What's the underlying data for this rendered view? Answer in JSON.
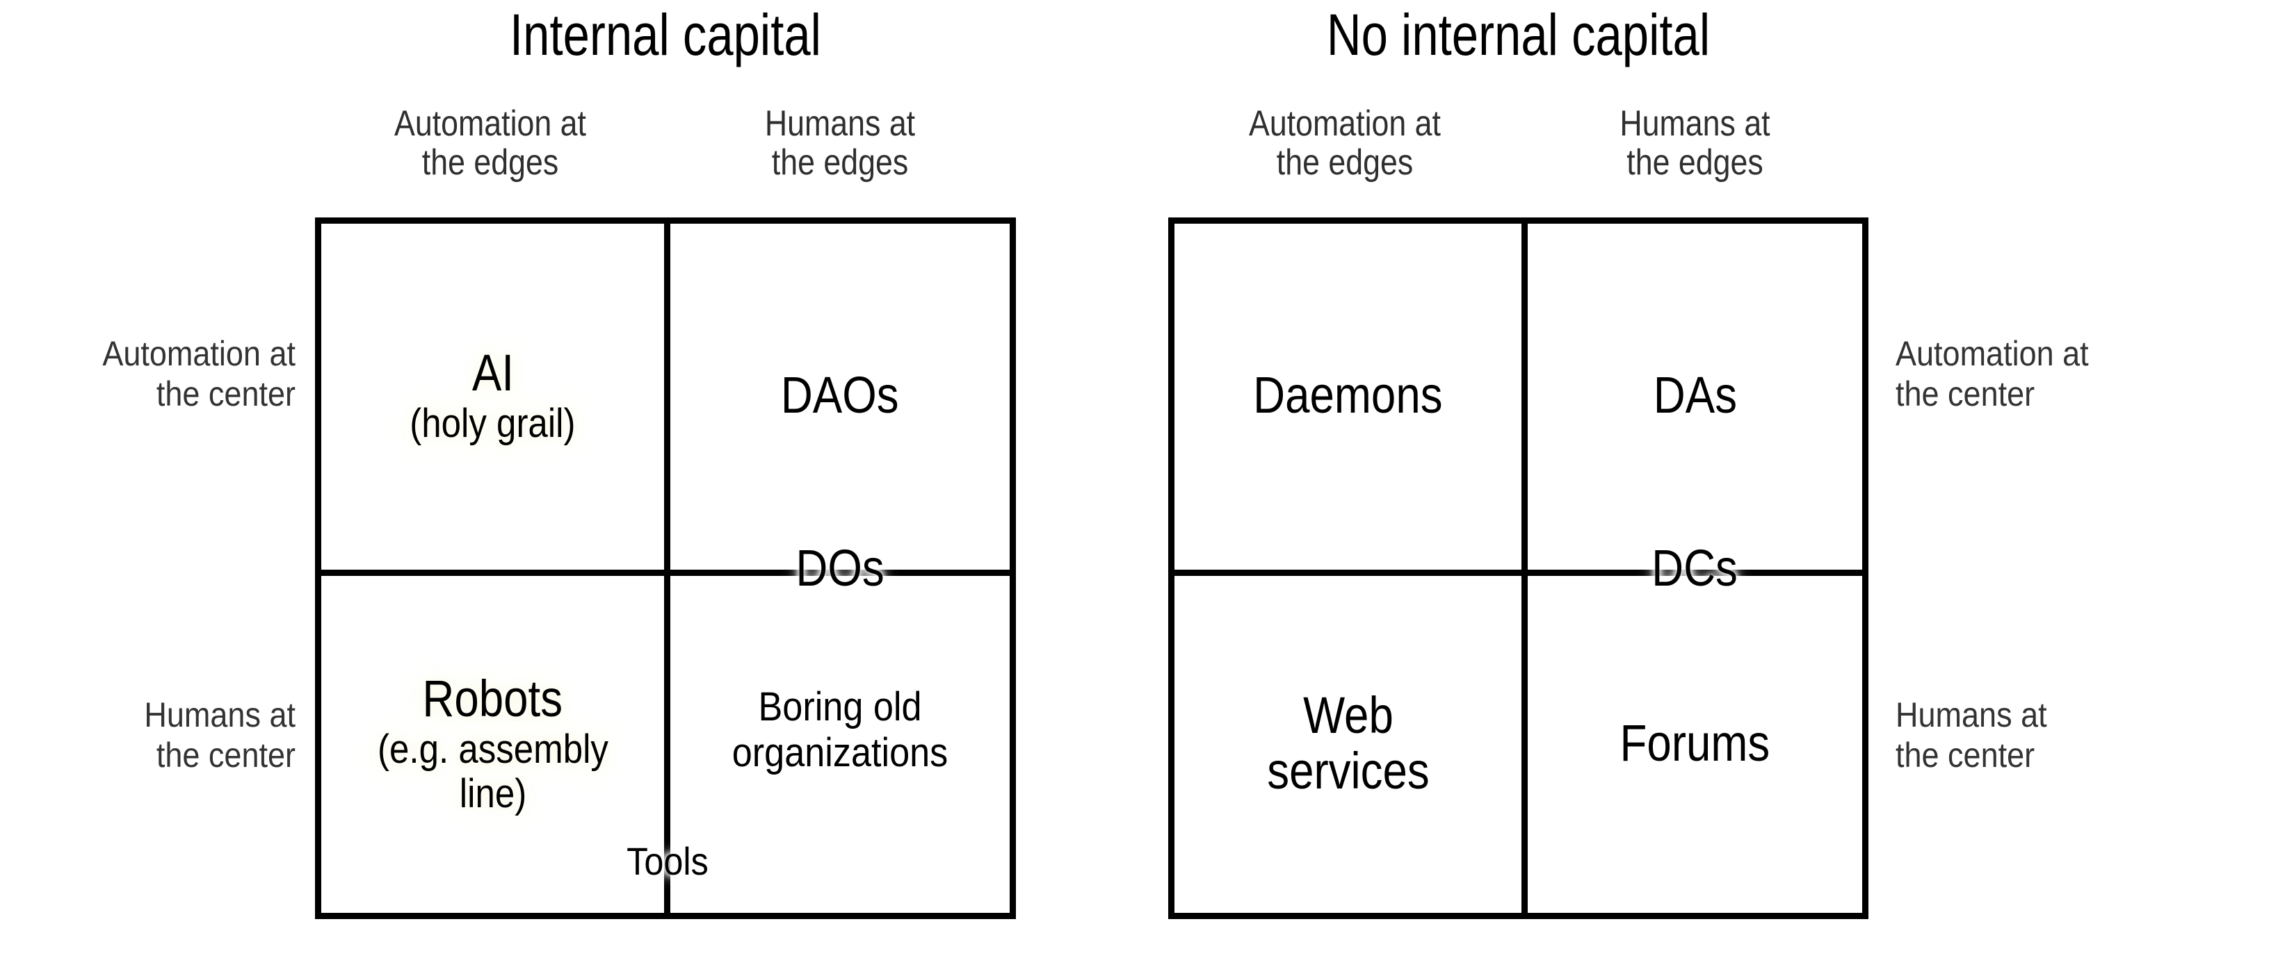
{
  "diagram": {
    "type": "2x2-quadrant-matrix-pair",
    "background_color": "#ffffff",
    "line_color": "#000000",
    "label_color": "#333333",
    "text_color": "#000000"
  },
  "panels": [
    {
      "id": "internal-capital",
      "title": "Internal capital",
      "column_headers": [
        {
          "line1": "Automation at",
          "line2": "the edges"
        },
        {
          "line1": "Humans at",
          "line2": "the edges"
        }
      ],
      "row_labels": [
        {
          "line1": "Automation at",
          "line2": "the center"
        },
        {
          "line1": "Humans at",
          "line2": "the center"
        }
      ],
      "row_label_side": "left",
      "cells": [
        {
          "row": 0,
          "col": 0,
          "primary": "AI",
          "secondary": "(holy grail)"
        },
        {
          "row": 0,
          "col": 1,
          "primary": "DAOs",
          "secondary": ""
        },
        {
          "row": 1,
          "col": 0,
          "primary": "Robots",
          "secondary": "(e.g. assembly line)"
        },
        {
          "row": 1,
          "col": 1,
          "primary": "Boring old organizations",
          "secondary": ""
        }
      ],
      "overlays": [
        {
          "text": "DOs",
          "straddles": "horizontal-divider",
          "column": 1,
          "size": "big"
        },
        {
          "text": "Tools",
          "straddles": "vertical-divider",
          "row": 1,
          "size": "small"
        }
      ]
    },
    {
      "id": "no-internal-capital",
      "title": "No internal capital",
      "column_headers": [
        {
          "line1": "Automation at",
          "line2": "the edges"
        },
        {
          "line1": "Humans at",
          "line2": "the edges"
        }
      ],
      "row_labels": [
        {
          "line1": "Automation at",
          "line2": "the center"
        },
        {
          "line1": "Humans at",
          "line2": "the center"
        }
      ],
      "row_label_side": "right",
      "cells": [
        {
          "row": 0,
          "col": 0,
          "primary": "Daemons",
          "secondary": ""
        },
        {
          "row": 0,
          "col": 1,
          "primary": "DAs",
          "secondary": ""
        },
        {
          "row": 1,
          "col": 0,
          "primary": "Web services",
          "secondary": ""
        },
        {
          "row": 1,
          "col": 1,
          "primary": "Forums",
          "secondary": ""
        }
      ],
      "overlays": [
        {
          "text": "DCs",
          "straddles": "horizontal-divider",
          "column": 1,
          "size": "big"
        }
      ]
    }
  ]
}
